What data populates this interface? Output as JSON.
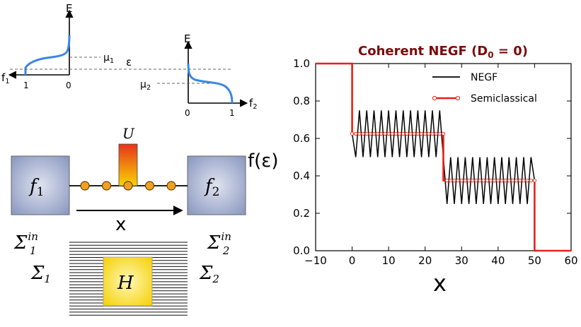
{
  "fermi_left": {
    "axis_e": "E",
    "axis_f": "f",
    "axis_f_sub": "1",
    "tick_1": "1",
    "tick_0": "0",
    "mu": "μ",
    "mu_sub": "1"
  },
  "epsilon_label": "ε",
  "fermi_right": {
    "axis_e": "E",
    "axis_f": "f",
    "axis_f_sub": "2",
    "tick_0": "0",
    "tick_1": "1",
    "mu": "μ",
    "mu_sub": "2"
  },
  "device": {
    "contact_left": "f",
    "contact_left_sub": "1",
    "contact_right": "f",
    "contact_right_sub": "2",
    "potential": "U",
    "x_label": "x",
    "sigma_in_left": "Σ",
    "sigma_in_left_sup": "in",
    "sigma_in_left_sub": "1",
    "sigma_in_right": "Σ",
    "sigma_in_right_sup": "in",
    "sigma_in_right_sub": "2",
    "sigma_left": "Σ",
    "sigma_left_sub": "1",
    "sigma_right": "Σ",
    "sigma_right_sub": "2",
    "hamiltonian": "H",
    "node_count": 5
  },
  "colors": {
    "fermi_curve": "#3a86e6",
    "plot_red": "#e8201a",
    "title": "#7a0a0a",
    "contact_box": "#9aa6c8",
    "node": "#f0a020",
    "h_box": "#f5d800"
  },
  "chart_data": {
    "type": "line",
    "title": "Coherent NEGF (D",
    "title_sub": "0",
    "title_tail": " = 0)",
    "xlabel": "x",
    "ylabel": "f(ε)",
    "xlim": [
      -10,
      60
    ],
    "ylim": [
      0.0,
      1.0
    ],
    "xticks": [
      -10,
      0,
      10,
      20,
      30,
      40,
      50,
      60
    ],
    "yticks": [
      0.0,
      0.2,
      0.4,
      0.6,
      0.8,
      1.0
    ],
    "xtick_labels": [
      "−10",
      "0",
      "10",
      "20",
      "30",
      "40",
      "50",
      "60"
    ],
    "ytick_labels": [
      "0.0",
      "0.2",
      "0.4",
      "0.6",
      "0.8",
      "1.0"
    ],
    "legend_position": "top-right",
    "grid": false,
    "series": [
      {
        "name": "NEGF",
        "x": [
          -10,
          0,
          0,
          1,
          2,
          3,
          4,
          5,
          6,
          7,
          8,
          9,
          10,
          11,
          12,
          13,
          14,
          15,
          16,
          17,
          18,
          19,
          20,
          21,
          22,
          23,
          24,
          25,
          25,
          26,
          27,
          28,
          29,
          30,
          31,
          32,
          33,
          34,
          35,
          36,
          37,
          38,
          39,
          40,
          41,
          42,
          43,
          44,
          45,
          46,
          47,
          48,
          49,
          50,
          50,
          60
        ],
        "y": [
          1.0,
          1.0,
          0.625,
          0.5,
          0.75,
          0.5,
          0.75,
          0.5,
          0.75,
          0.5,
          0.75,
          0.5,
          0.75,
          0.5,
          0.75,
          0.5,
          0.75,
          0.5,
          0.75,
          0.5,
          0.75,
          0.5,
          0.75,
          0.5,
          0.75,
          0.5,
          0.75,
          0.5,
          0.5,
          0.25,
          0.5,
          0.25,
          0.5,
          0.25,
          0.5,
          0.25,
          0.5,
          0.25,
          0.5,
          0.25,
          0.5,
          0.25,
          0.5,
          0.25,
          0.5,
          0.25,
          0.5,
          0.25,
          0.5,
          0.25,
          0.5,
          0.25,
          0.5,
          0.375,
          0.0,
          0.0
        ]
      },
      {
        "name": "Semiclassical",
        "x": [
          -10,
          0,
          0,
          25,
          25,
          50,
          50,
          60
        ],
        "y": [
          1.0,
          1.0,
          0.625,
          0.625,
          0.375,
          0.375,
          0.0,
          0.0
        ],
        "markers_x": [
          0,
          1,
          2,
          3,
          4,
          5,
          6,
          7,
          8,
          9,
          10,
          11,
          12,
          13,
          14,
          15,
          16,
          17,
          18,
          19,
          20,
          21,
          22,
          23,
          24,
          25,
          26,
          27,
          28,
          29,
          30,
          31,
          32,
          33,
          34,
          35,
          36,
          37,
          38,
          39,
          40,
          41,
          42,
          43,
          44,
          45,
          46,
          47,
          48,
          49,
          50
        ],
        "markers_y": [
          0.625,
          0.625,
          0.625,
          0.625,
          0.625,
          0.625,
          0.625,
          0.625,
          0.625,
          0.625,
          0.625,
          0.625,
          0.625,
          0.625,
          0.625,
          0.625,
          0.625,
          0.625,
          0.625,
          0.625,
          0.625,
          0.625,
          0.625,
          0.625,
          0.625,
          0.625,
          0.375,
          0.375,
          0.375,
          0.375,
          0.375,
          0.375,
          0.375,
          0.375,
          0.375,
          0.375,
          0.375,
          0.375,
          0.375,
          0.375,
          0.375,
          0.375,
          0.375,
          0.375,
          0.375,
          0.375,
          0.375,
          0.375,
          0.375,
          0.375,
          0.375
        ]
      }
    ]
  }
}
